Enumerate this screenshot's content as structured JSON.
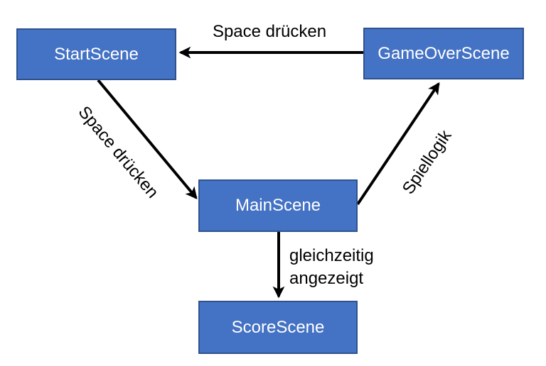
{
  "diagram": {
    "type": "state-flow-diagram",
    "background_color": "#ffffff",
    "node_fill_color": "#4472C4",
    "node_border_color": "#2F528F",
    "node_text_color": "#ffffff",
    "arrow_color": "#000000",
    "nodes": [
      {
        "id": "start",
        "label": "StartScene"
      },
      {
        "id": "gameover",
        "label": "GameOverScene"
      },
      {
        "id": "main",
        "label": "MainScene"
      },
      {
        "id": "score",
        "label": "ScoreScene"
      }
    ],
    "edges": [
      {
        "from": "GameOverScene",
        "to": "StartScene",
        "label": "Space drücken"
      },
      {
        "from": "StartScene",
        "to": "MainScene",
        "label": "Space drücken"
      },
      {
        "from": "MainScene",
        "to": "GameOverScene",
        "label": "Spiellogik"
      },
      {
        "from": "MainScene",
        "to": "ScoreScene",
        "label": "gleichzeitig angezeigt",
        "label_lines": [
          "gleichzeitig",
          "angezeigt"
        ]
      }
    ]
  }
}
